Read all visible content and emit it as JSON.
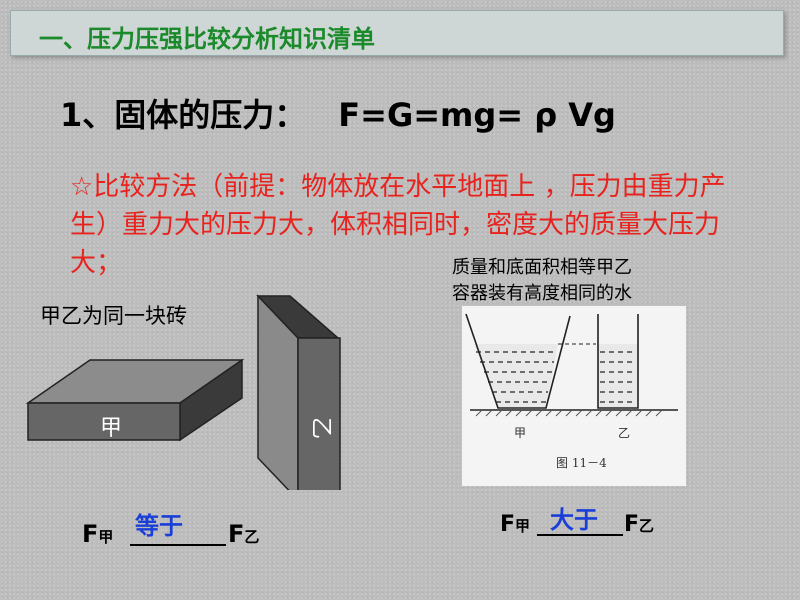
{
  "header": {
    "title": "一、压力压强比较分析知识清单"
  },
  "heading": {
    "label": "1、固体的压力：",
    "formula": "F=G=mg= ρ Vg"
  },
  "method": {
    "text": "☆比较方法（前提：物体放在水平地面上 ，压力由重力产生）重力大的压力大，体积相同时，密度大的质量大压力大；"
  },
  "left_figure": {
    "caption": "甲乙为同一块砖",
    "brick_a_label": "甲",
    "brick_b_label": "乙",
    "answer": "等于",
    "f_left": "F",
    "f_left_sub": "甲",
    "f_right": "F",
    "f_right_sub": "乙"
  },
  "right_figure": {
    "caption_line1": "质量和底面积相等甲乙",
    "caption_line2": "容器装有高度相同的水",
    "label_a": "甲",
    "label_b": "乙",
    "fig_caption": "图 11－4",
    "answer": "大于",
    "f_left": "F",
    "f_left_sub": "甲",
    "f_right": "F",
    "f_right_sub": "乙"
  }
}
